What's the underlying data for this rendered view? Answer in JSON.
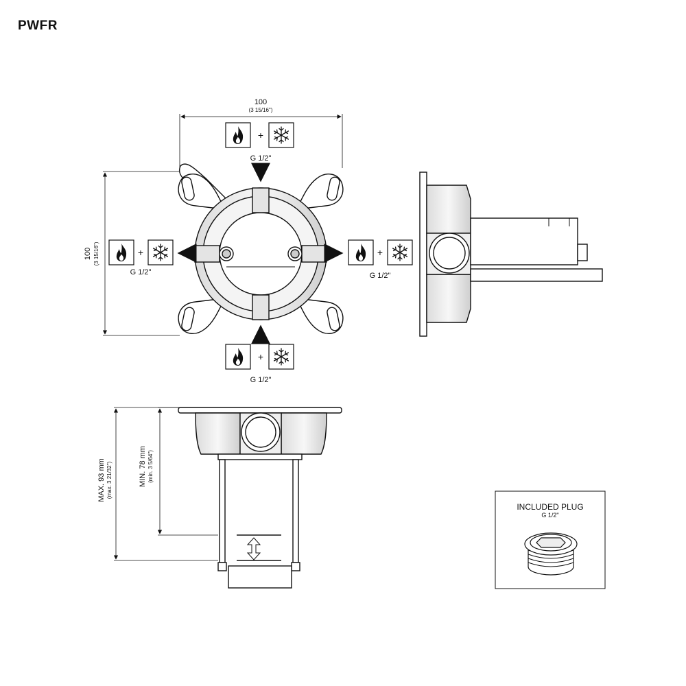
{
  "title": "PWFR",
  "top_view": {
    "width_dim": {
      "value": "100",
      "inch": "(3 15/16\")"
    },
    "height_dim": {
      "value": "100",
      "inch": "(3 15/16\")"
    },
    "connection": "G 1/2\"",
    "plus": "+",
    "icons": [
      "flame-icon",
      "snowflake-icon"
    ]
  },
  "depth_view": {
    "max_dim": {
      "value": "MAX. 93 mm",
      "inch": "(max. 3 21/32\")"
    },
    "min_dim": {
      "value": "MIN. 78 mm",
      "inch": "(min. 3 5/64\")"
    }
  },
  "plug": {
    "title": "INCLUDED PLUG",
    "size": "G 1/2\""
  }
}
